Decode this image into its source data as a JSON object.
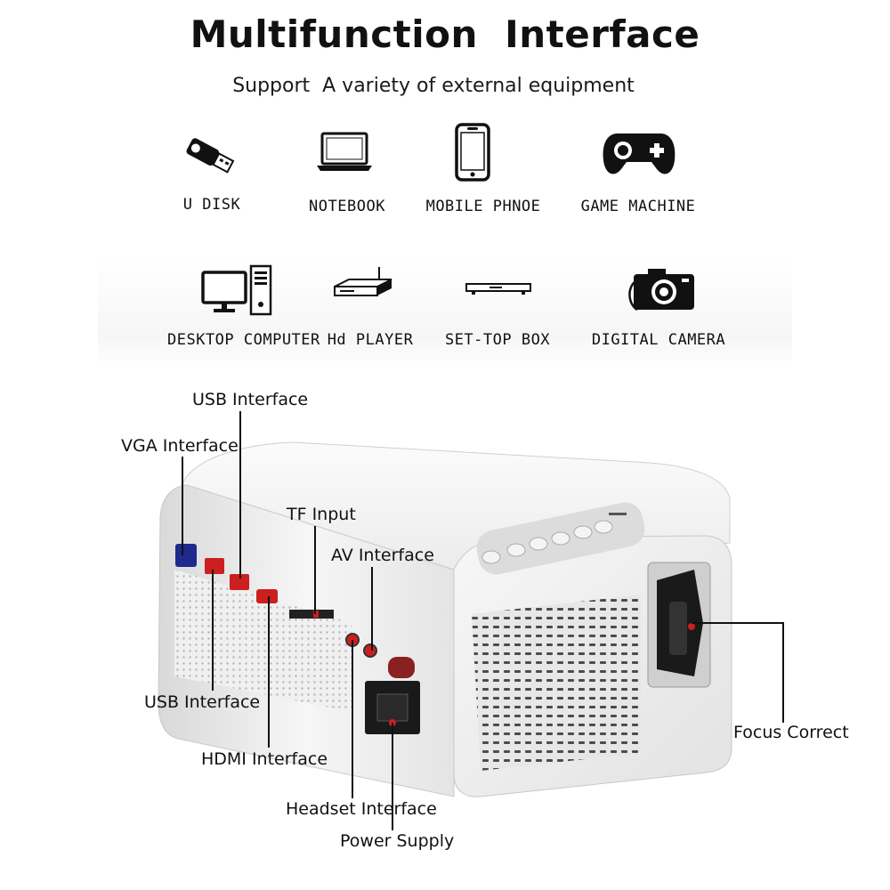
{
  "header": {
    "title": "Multifunction  Interface",
    "subtitle": "Support  A variety of external equipment"
  },
  "devices_row1": [
    {
      "label": "U DISK",
      "icon": "usb-drive-icon"
    },
    {
      "label": "NOTEBOOK",
      "icon": "laptop-icon"
    },
    {
      "label": "MOBILE PHNOE",
      "icon": "smartphone-icon"
    },
    {
      "label": "GAME MACHINE",
      "icon": "gamepad-icon"
    }
  ],
  "devices_row2": [
    {
      "label": "DESKTOP COMPUTER",
      "icon": "desktop-computer-icon"
    },
    {
      "label": "Hd PLAYER",
      "icon": "hd-player-icon"
    },
    {
      "label": "SET-TOP BOX",
      "icon": "set-top-box-icon"
    },
    {
      "label": "DIGITAL CAMERA",
      "icon": "camera-icon"
    }
  ],
  "callouts": {
    "usb_top": "USB Interface",
    "vga": "VGA Interface",
    "tf": "TF Input",
    "av": "AV Interface",
    "usb_bottom": "USB Interface",
    "hdmi": "HDMI Interface",
    "headset": "Headset Interface",
    "power": "Power Supply",
    "focus": "Focus Correct"
  },
  "colors": {
    "text": "#111111",
    "port_red": "#cc1f1f",
    "vga_blue": "#1e2a8c",
    "body_white": "#f4f4f4"
  }
}
